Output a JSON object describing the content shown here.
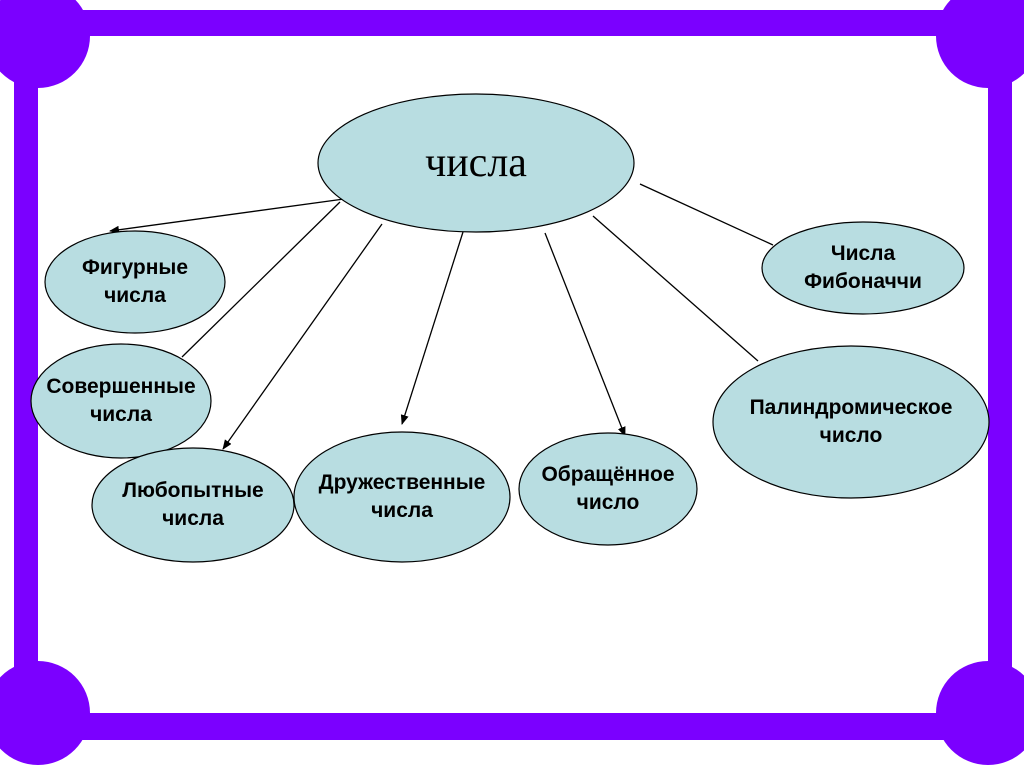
{
  "colors": {
    "frame": "#7b00ff",
    "node_fill": "#b8dde1",
    "node_stroke": "#000000",
    "edge": "#000000",
    "background": "#ffffff"
  },
  "diagram": {
    "root": {
      "label": "числа"
    },
    "nodes": [
      {
        "id": "figurnye",
        "label": "Фигурные\nчисла"
      },
      {
        "id": "sovershennye",
        "label": "Совершенные\nчисла"
      },
      {
        "id": "lyubopytnye",
        "label": "Любопытные\nчисла"
      },
      {
        "id": "druzhestvennye",
        "label": "Дружественные\nчисла"
      },
      {
        "id": "obrashchennoe",
        "label": "Обращённое\nчисло"
      },
      {
        "id": "palindromicheskoe",
        "label": "Палиндромическое\nчисло"
      },
      {
        "id": "fibonacci",
        "label": "Числа\nФибоначчи"
      }
    ],
    "edges": [
      {
        "from": "root",
        "to": "figurnye",
        "arrow": true
      },
      {
        "from": "root",
        "to": "sovershennye",
        "arrow": false
      },
      {
        "from": "root",
        "to": "lyubopytnye",
        "arrow": true
      },
      {
        "from": "root",
        "to": "druzhestvennye",
        "arrow": true
      },
      {
        "from": "root",
        "to": "obrashchennoe",
        "arrow": true
      },
      {
        "from": "root",
        "to": "palindromicheskoe",
        "arrow": false
      },
      {
        "from": "root",
        "to": "fibonacci",
        "arrow": false
      }
    ]
  }
}
